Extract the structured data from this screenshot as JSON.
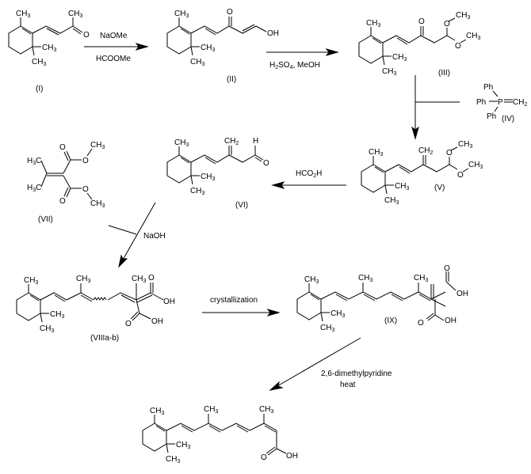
{
  "title": "Synthesis of 13-cis-retinoic acid (isotretinoin) route",
  "compounds": [
    {
      "id": "I",
      "label": "(I)"
    },
    {
      "id": "II",
      "label": "(II)"
    },
    {
      "id": "III",
      "label": "(III)"
    },
    {
      "id": "IV",
      "label": "(IV)"
    },
    {
      "id": "V",
      "label": "(V)"
    },
    {
      "id": "VI",
      "label": "(VI)"
    },
    {
      "id": "VII",
      "label": "(VII)"
    },
    {
      "id": "VIIIab",
      "label": "(VIIIa-b)"
    },
    {
      "id": "IX",
      "label": "(IX)"
    }
  ],
  "atoms": {
    "ch3": "CH",
    "three": "3",
    "ch2": "CH",
    "two": "2",
    "o": "O",
    "oh": "OH",
    "h": "H",
    "h3c_h": "H",
    "h3c_c": "C",
    "ph": "Ph",
    "p": "P",
    "dash": "—",
    "eq_ch": "=CH"
  },
  "reactions": [
    {
      "from": "I",
      "to": "II",
      "reagent_above": "NaOMe",
      "reagent_below": "HCOOMe"
    },
    {
      "from": "II",
      "to": "III",
      "reagent_below_h": "H",
      "reagent_below_2": "2",
      "reagent_below_so": "SO",
      "reagent_below_4": "4",
      "reagent_below_rest": ", MeOH"
    },
    {
      "from": "III",
      "to": "V",
      "reagent_side": "IV"
    },
    {
      "from": "V",
      "to": "VI",
      "reagent_above_hco": "HCO",
      "reagent_above_2": "2",
      "reagent_above_h": "H"
    },
    {
      "from": "VI+VII",
      "to": "VIIIab",
      "reagent": "NaOH"
    },
    {
      "from": "VIIIab",
      "to": "IX",
      "reagent_above": "crystallization"
    },
    {
      "from": "IX",
      "to": "product",
      "reagent_line1": "2,6-dimethylpyridine",
      "reagent_line2": "heat"
    }
  ]
}
